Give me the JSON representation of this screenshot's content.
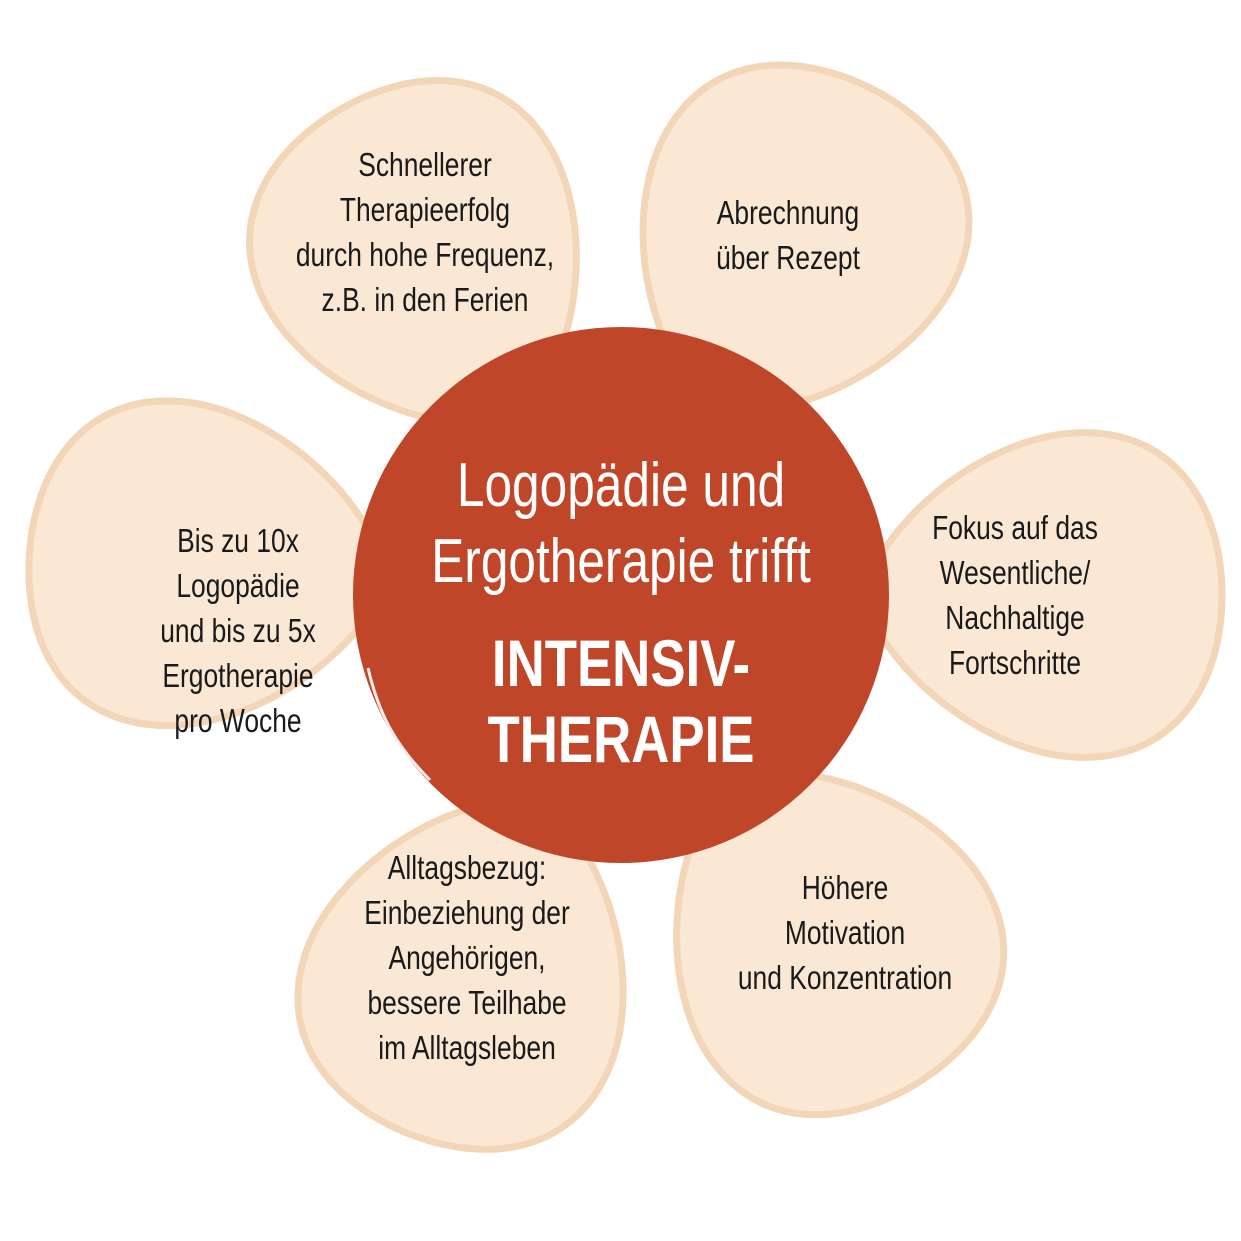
{
  "colors": {
    "petal_fill": "#fae8d5",
    "petal_stroke": "#f3d6b8",
    "center_fill": "#c0462a",
    "text": "#1a1a1a"
  },
  "center": {
    "subtitle_lines": [
      "Logopädie und",
      "Ergotherapie trifft"
    ],
    "title_lines": [
      "INTENSIV-",
      "THERAPIE"
    ]
  },
  "petals": [
    {
      "id": "top-left",
      "lines": [
        "Schnellerer",
        "Therapieerfolg",
        "durch hohe Frequenz,",
        "z.B. in den Ferien"
      ]
    },
    {
      "id": "top-right",
      "lines": [
        "Abrechnung",
        "über Rezept"
      ]
    },
    {
      "id": "right",
      "lines": [
        "Fokus auf das",
        "Wesentliche/",
        "Nachhaltige",
        "Fortschritte"
      ]
    },
    {
      "id": "bottom-right",
      "lines": [
        "Höhere",
        "Motivation",
        "und Konzentration"
      ]
    },
    {
      "id": "bottom-left",
      "lines": [
        "Alltagsbezug:",
        "Einbeziehung der",
        "Angehörigen,",
        "bessere Teilhabe",
        "im Alltagsleben"
      ]
    },
    {
      "id": "left",
      "lines": [
        "Bis zu 10x",
        "Logopädie",
        "und bis zu 5x",
        "Ergotherapie",
        "pro Woche"
      ]
    }
  ]
}
